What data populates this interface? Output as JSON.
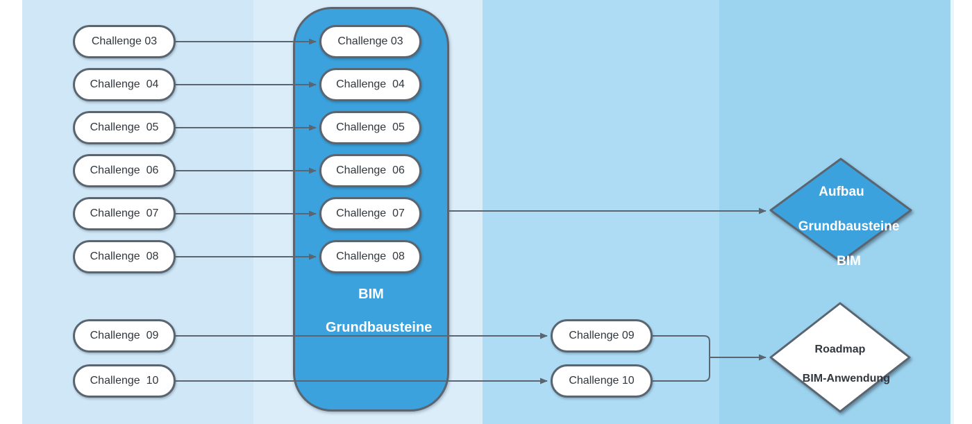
{
  "colors": {
    "accent_blue": "#3ba2de",
    "shape_border": "#5a6570",
    "pill_text": "#31373d",
    "band_1": "#cfe7f6",
    "band_2": "#dcedfa",
    "band_3": "#aedcf4",
    "band_4": "#9cd3ef",
    "band_5": "#e9f7fd"
  },
  "left_column": {
    "pills": [
      "Challenge 03",
      "Challenge  04",
      "Challenge  05",
      "Challenge  06",
      "Challenge  07",
      "Challenge  08",
      "Challenge  09",
      "Challenge  10"
    ]
  },
  "bim_container": {
    "title_lines": [
      "BIM",
      "Grundbausteine"
    ],
    "pills": [
      "Challenge 03",
      "Challenge  04",
      "Challenge  05",
      "Challenge  06",
      "Challenge  07",
      "Challenge  08"
    ]
  },
  "middle_right": {
    "pills": [
      "Challenge 09",
      "Challenge 10"
    ]
  },
  "diamonds": {
    "aufbau": {
      "lines": [
        "Aufbau",
        "Grundbausteine",
        "BIM"
      ]
    },
    "roadmap": {
      "lines": [
        "Roadmap",
        "BIM-Anwendung"
      ]
    }
  }
}
